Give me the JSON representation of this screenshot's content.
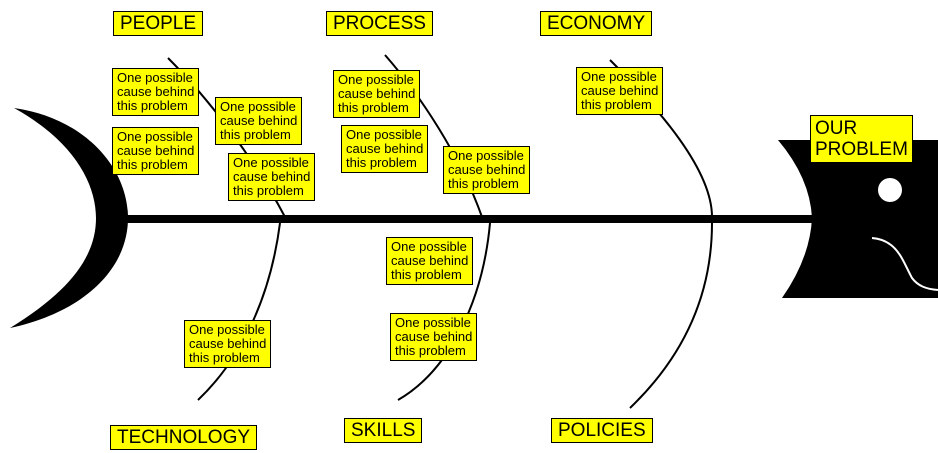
{
  "diagram": {
    "problem": "OUR\nPROBLEM",
    "categories": {
      "people": "PEOPLE",
      "process": "PROCESS",
      "economy": "ECONOMY",
      "technology": "TECHNOLOGY",
      "skills": "SKILLS",
      "policies": "POLICIES"
    },
    "causes": [
      "One possible\ncause behind\nthis problem",
      "One possible\ncause behind\nthis problem",
      "One possible\ncause behind\nthis problem",
      "One possible\ncause behind\nthis problem",
      "One possible\ncause behind\nthis problem",
      "One possible\ncause behind\nthis problem",
      "One possible\ncause behind\nthis problem",
      "One possible\ncause behind\nthis problem",
      "One possible\ncause behind\nthis problem",
      "One possible\ncause behind\nthis problem",
      "One possible\ncause behind\nthis problem"
    ],
    "colors": {
      "label_fill": "#ffff00",
      "ink": "#000000",
      "background": "#ffffff"
    }
  }
}
